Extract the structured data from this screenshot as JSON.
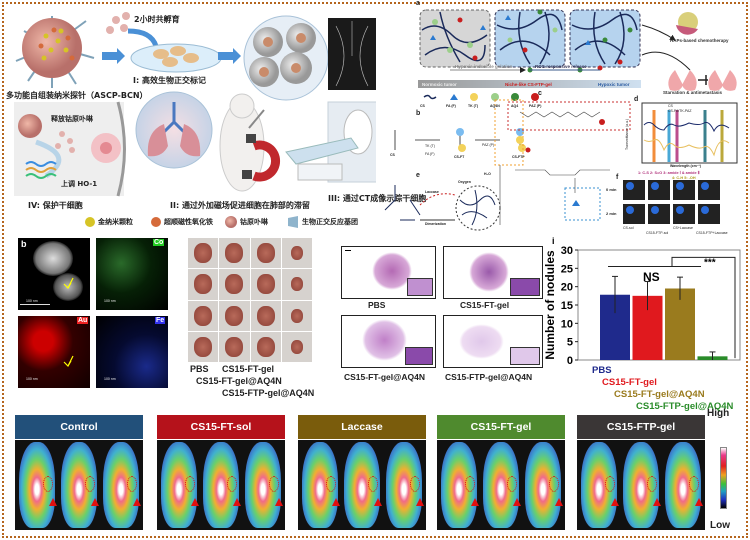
{
  "top_left": {
    "incubation": "2小时共孵育",
    "probe_label": "多功能自组装纳米探针（ASCP-BCN）",
    "step1": "I: 高效生物正交标记",
    "release": "释放钴原卟啉",
    "upregulate": "上调 HO-1",
    "step4": "IV: 保护干细胞",
    "step2": "II: 通过外加磁场促进细胞在肺部的滞留",
    "step3": "III: 通过CT成像示踪干细胞",
    "legend": [
      "金纳米颗粒",
      "超顺磁性氧化铁",
      "钴原卟啉",
      "生物正交反应基团"
    ]
  },
  "top_right": {
    "panel_a": "a",
    "panel_b": "b",
    "panel_c": "c",
    "panel_d": "d",
    "panel_e": "e",
    "panel_f": "f",
    "gelation": "Hypoxia-inducible gelation",
    "release": "ROS-responsive release",
    "normoxic": "Normoxic tumor",
    "niche": "Niche-like CS-FTP-gel",
    "hypoxic": "Hypoxic tumor",
    "chemo": "HAPs-based chemotherapy",
    "starvation": "Starvation & antimetastasis",
    "legend": [
      "CS",
      "FA (F)",
      "TK (T)",
      "AQ4N",
      "AQ4",
      "PAZ (P)"
    ],
    "scheme_b": {
      "tk": "TK (T)",
      "fa": "FA (F)",
      "paz": "PAZ (P)",
      "cs": "CS",
      "csft": "CS-FT",
      "csftp": "CS-FTP"
    },
    "scheme_e": {
      "laccase": "Laccase",
      "dimer": "Dimerization",
      "oxygen": "Oxygen",
      "water": "H₂O"
    },
    "ftir": {
      "legend": [
        "CS",
        "CS-FA/TK-PAZ"
      ],
      "xlabel": "Wavelength (cm⁻¹)",
      "ylabel": "Transmittance (a.u.)",
      "note1": "1: C-S  2: S=O  3: amide Ⅰ & amide Ⅱ",
      "note2": "4: C-H  5: -OH"
    },
    "vials": {
      "rows": [
        "0 min",
        "2 min"
      ],
      "cols": [
        "CS-sol",
        "CS15-FTP-sol",
        "CS+Laccase",
        "CS15-FTP+Laccase"
      ]
    }
  },
  "tem": {
    "panel": "b",
    "channels": [
      "Co",
      "Au",
      "Fe"
    ],
    "scale": "100 nm"
  },
  "lungs": {
    "labels": [
      "PBS",
      "CS15-FT-gel",
      "CS15-FT-gel@AQ4N",
      "CS15-FTP-gel@AQ4N"
    ]
  },
  "histology": {
    "labels": [
      "PBS",
      "CS15-FT-gel",
      "CS15-FT-gel@AQ4N",
      "CS15-FTP-gel@AQ4N"
    ]
  },
  "chart_data": {
    "type": "bar",
    "panel": "i",
    "categories": [
      "PBS",
      "CS15-FT-gel",
      "CS15-FT-gel@AQ4N",
      "CS15-FTP-gel@AQ4N"
    ],
    "values": [
      17.8,
      17.5,
      19.5,
      1.0
    ],
    "errors": [
      5.0,
      3.9,
      3.1,
      1.2
    ],
    "colors": [
      "#1f2a8c",
      "#e0191e",
      "#9a7b1e",
      "#2a8c2a"
    ],
    "ylabel": "Number of nodules",
    "ylim": [
      0,
      30
    ],
    "yticks": [
      0,
      5,
      10,
      15,
      20,
      25,
      30
    ],
    "annotations": [
      "NS",
      "***"
    ]
  },
  "imaging": {
    "groups": [
      {
        "label": "Control",
        "color": "#22507a"
      },
      {
        "label": "CS15-FT-sol",
        "color": "#b5121b"
      },
      {
        "label": "Laccase",
        "color": "#7a5c0c"
      },
      {
        "label": "CS15-FT-gel",
        "color": "#4f8a2e"
      },
      {
        "label": "CS15-FTP-gel",
        "color": "#3a3636"
      }
    ],
    "high": "High",
    "low": "Low"
  }
}
